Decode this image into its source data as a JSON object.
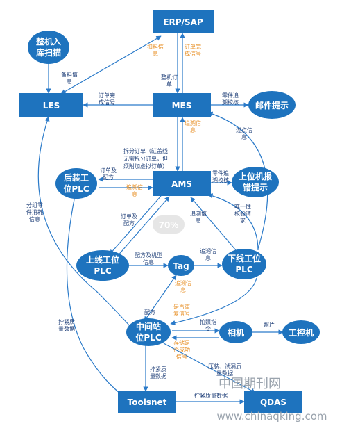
{
  "colors": {
    "node_fill": "#1e73be",
    "line": "#2a7ac9",
    "label": "#1f3f78",
    "label_accent": "#e8922a"
  },
  "nodes": {
    "erp": "ERP/SAP",
    "scan": [
      "整机入",
      "库扫描"
    ],
    "les": "LES",
    "mes": "MES",
    "mail": "邮件提示",
    "rear_plc": [
      "后装工",
      "位PLC"
    ],
    "ams": "AMS",
    "upper_alarm": [
      "上位机报",
      "错提示"
    ],
    "online_plc": [
      "上线工位",
      "PLC"
    ],
    "tag": "Tag",
    "offline_plc": [
      "下线工位",
      "PLC"
    ],
    "mid_plc": [
      "中间站",
      "位PLC"
    ],
    "camera": "相机",
    "ipc": "工控机",
    "toolsnet": "Toolsnet",
    "qdas": "QDAS"
  },
  "labels": {
    "deduct_info": [
      "扣料信",
      "息"
    ],
    "order_done_erp": [
      "订单完",
      "成信号"
    ],
    "prep_info": [
      "备料信",
      "息"
    ],
    "mes_order": [
      "整机订",
      "单"
    ],
    "order_done_les": [
      "订单完",
      "成信号"
    ],
    "parts_trace": [
      "零件追",
      "溯校核"
    ],
    "trace_info_mes": [
      "追溯信",
      "息"
    ],
    "split_order": [
      "拆分订单（缸盖线",
      "无需拆分订单，但",
      "须附加虚拟订单）"
    ],
    "order_config_rear": [
      "订单及",
      "配方"
    ],
    "trace_info_rear": [
      "追溯信",
      "息"
    ],
    "parts_trace_ams": [
      "零件追",
      "溯校核"
    ],
    "checkpoint_info": [
      "过点信",
      "息"
    ],
    "sub_parts": [
      "分组零",
      "件消耗",
      "信息"
    ],
    "order_config_online": [
      "订单及",
      "配方"
    ],
    "trace_info_ams": [
      "追溯信",
      "息"
    ],
    "unique_check": [
      "唯一性",
      "校验请",
      "求"
    ],
    "recipe_model": [
      "配方及机型",
      "信息"
    ],
    "trace_info_tag": [
      "追溯信",
      "息"
    ],
    "trace_info_mid": [
      "追溯信",
      "息"
    ],
    "recipe_mid": "配方",
    "redo_signal": [
      "是否重",
      "复信号"
    ],
    "photo_cmd": [
      "拍照指",
      "令"
    ],
    "photo": "照片",
    "store_signal": [
      "存储是",
      "否成功",
      "信号"
    ],
    "torque_left": [
      "拧紧质",
      "量数据"
    ],
    "torque_mid": [
      "拧紧质",
      "量数据"
    ],
    "press_leak": [
      "压装、试漏质",
      "量数据"
    ],
    "torque_bottom": "拧紧质量数据"
  },
  "overlay_percent": "70%",
  "watermark": {
    "cn": "中国期刊网",
    "url": "www.chinaqking.com"
  }
}
